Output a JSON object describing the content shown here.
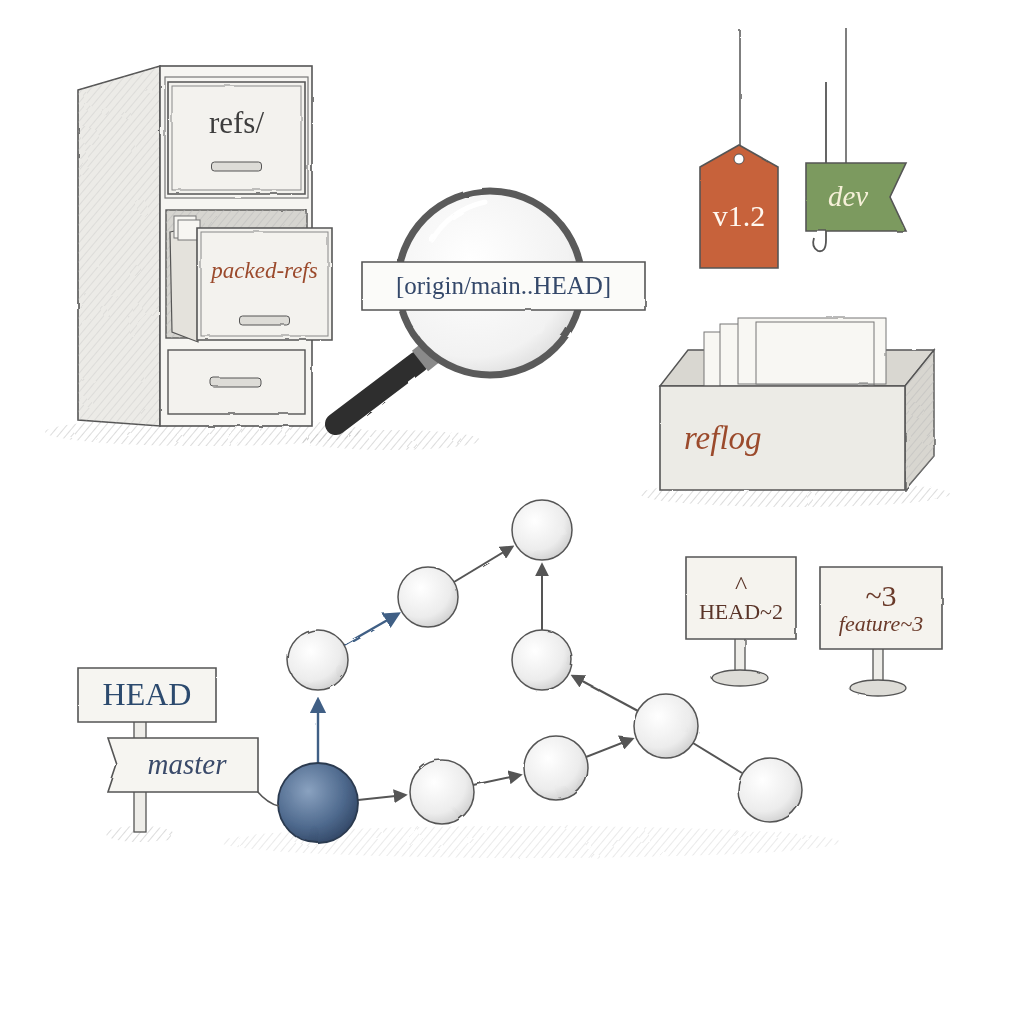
{
  "diagram": {
    "nodes": [
      {
        "text": [
          "refs/"
        ]
      },
      {
        "text": [
          "packed-refs"
        ]
      },
      {
        "text": [
          "[origin/main..HEAD]"
        ]
      },
      {
        "text": [
          "v1.2"
        ]
      },
      {
        "text": [
          "dev"
        ]
      },
      {
        "text": [
          "reflog"
        ]
      },
      {
        "text": [
          "HEAD"
        ]
      },
      {
        "text": [
          "master"
        ]
      },
      {
        "text": [
          "^",
          "HEAD~2"
        ]
      },
      {
        "text": [
          "~3",
          "feature~3"
        ]
      }
    ]
  }
}
